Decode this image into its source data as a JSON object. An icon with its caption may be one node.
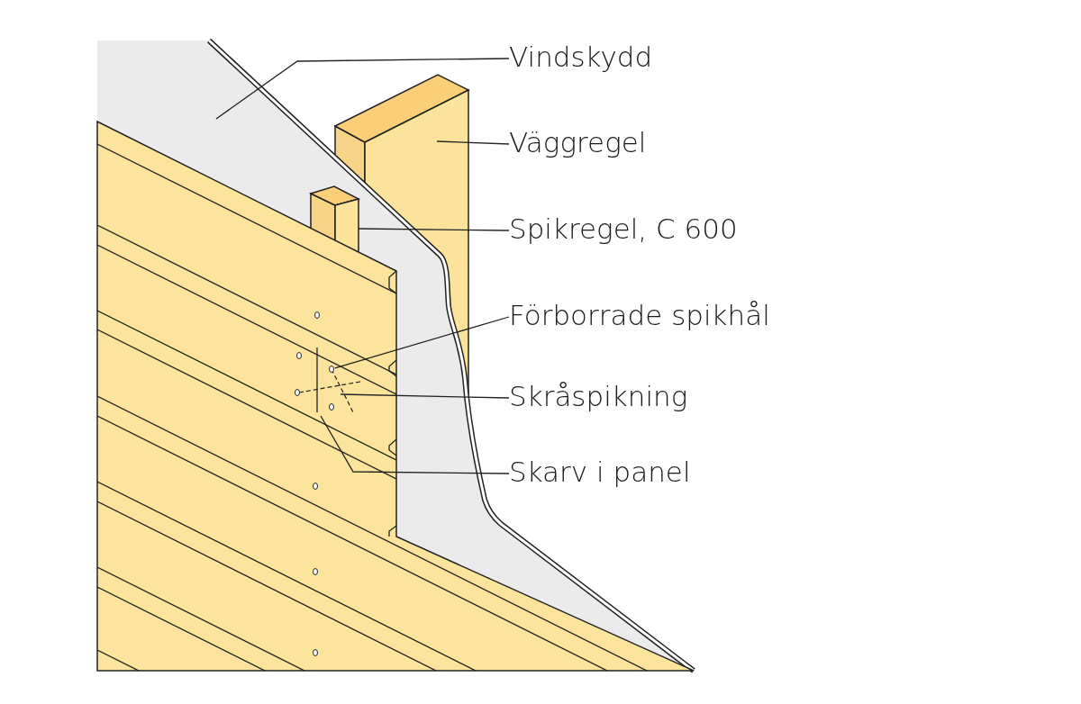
{
  "diagram": {
    "nodes": [
      {
        "text": [
          "Vindskydd"
        ]
      },
      {
        "text": [
          "Väggregel"
        ]
      },
      {
        "text": [
          "Spikregel, C 600"
        ]
      },
      {
        "text": [
          "Förborrade spikhål"
        ]
      },
      {
        "text": [
          "Skråspikning"
        ]
      },
      {
        "text": [
          "Skarv i panel"
        ]
      },
      {
        "text": [],
        "shape": "circle"
      }
    ],
    "edges": [
      {
        "from": 0,
        "to": null,
        "arrow": "none"
      },
      {
        "from": 1,
        "to": null,
        "arrow": "none"
      },
      {
        "from": 2,
        "to": null,
        "arrow": "none"
      },
      {
        "from": 3,
        "to": 6,
        "arrow": "none"
      },
      {
        "from": 4,
        "to": null,
        "arrow": "none"
      },
      {
        "from": 5,
        "to": null,
        "arrow": "none"
      }
    ]
  }
}
